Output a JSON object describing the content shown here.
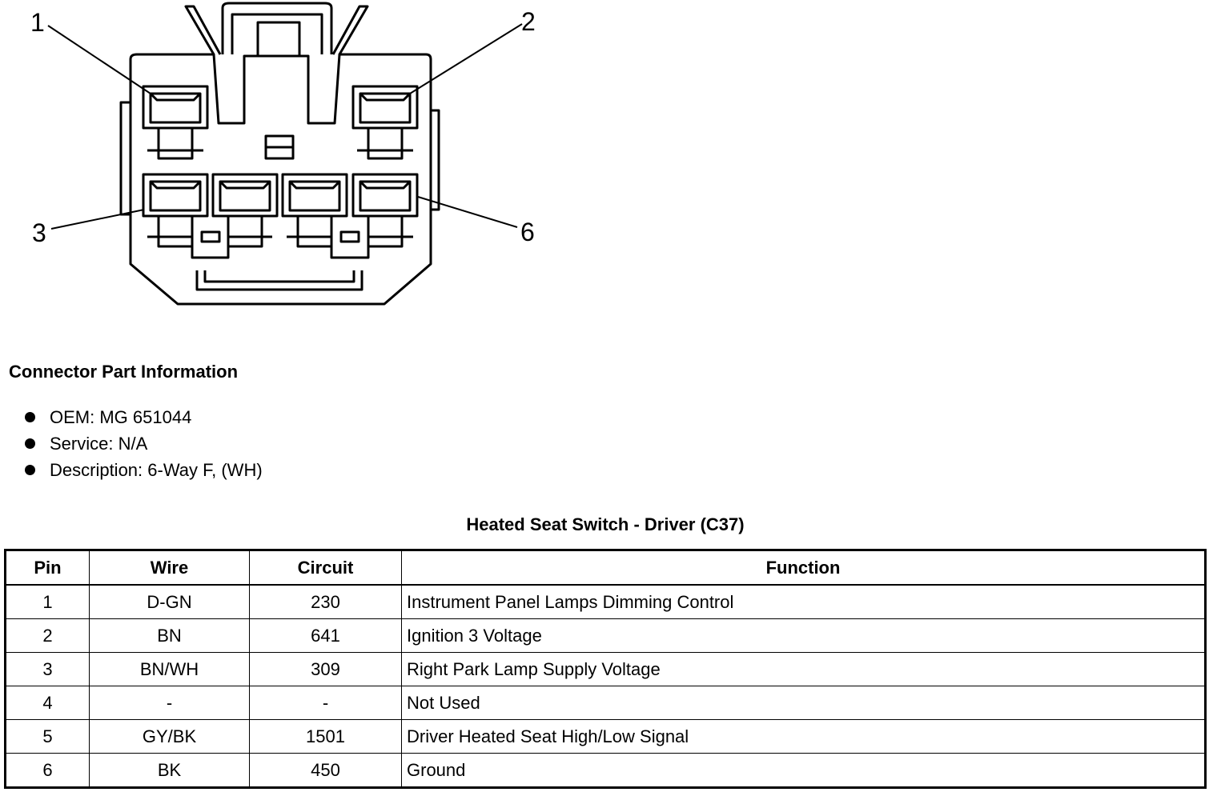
{
  "connector_diagram": {
    "pin_labels": [
      "1",
      "2",
      "3",
      "6"
    ]
  },
  "part_info": {
    "title": "Connector Part Information",
    "items": [
      "OEM: MG 651044",
      "Service: N/A",
      "Description: 6-Way F, (WH)"
    ]
  },
  "table": {
    "title": "Heated Seat Switch - Driver (C37)",
    "headers": [
      "Pin",
      "Wire",
      "Circuit",
      "Function"
    ],
    "rows": [
      [
        "1",
        "D-GN",
        "230",
        "Instrument Panel Lamps Dimming Control"
      ],
      [
        "2",
        "BN",
        "641",
        "Ignition 3 Voltage"
      ],
      [
        "3",
        "BN/WH",
        "309",
        "Right Park Lamp Supply Voltage"
      ],
      [
        "4",
        "-",
        "-",
        "Not Used"
      ],
      [
        "5",
        "GY/BK",
        "1501",
        "Driver Heated Seat High/Low Signal"
      ],
      [
        "6",
        "BK",
        "450",
        "Ground"
      ]
    ]
  }
}
